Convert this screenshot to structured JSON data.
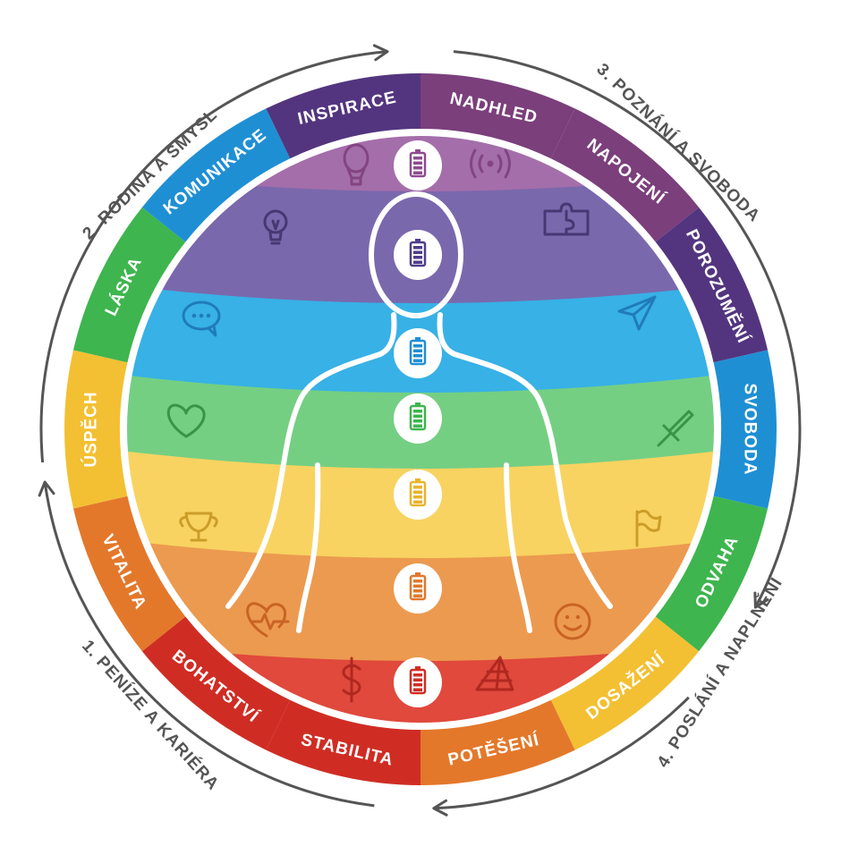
{
  "ring_segments": [
    {
      "label": "NADHLED",
      "color": "#7b3f7c"
    },
    {
      "label": "NAPOJENÍ",
      "color": "#7b3f7c"
    },
    {
      "label": "POROZUMĚNÍ",
      "color": "#53357f"
    },
    {
      "label": "SVOBODA",
      "color": "#1f8fd4"
    },
    {
      "label": "ODVAHA",
      "color": "#3eb54e"
    },
    {
      "label": "DOSAŽENÍ",
      "color": "#f3c033"
    },
    {
      "label": "POTĚŠENÍ",
      "color": "#e3782b"
    },
    {
      "label": "STABILITA",
      "color": "#cf2d24"
    },
    {
      "label": "BOHATSTVÍ",
      "color": "#cf2d24"
    },
    {
      "label": "VITALITA",
      "color": "#e3782b"
    },
    {
      "label": "ÚSPĚCH",
      "color": "#f3c033"
    },
    {
      "label": "LÁSKA",
      "color": "#3eb54e"
    },
    {
      "label": "KOMUNIKACE",
      "color": "#1f8fd4"
    },
    {
      "label": "INSPIRACE",
      "color": "#53357f"
    }
  ],
  "outer_labels": [
    {
      "label": "2. RODINA A SMYSL"
    },
    {
      "label": "3. POZNÁNÍ A SVOBODA"
    },
    {
      "label": "4. POSLÁNÍ A NAPLNĚNÍ"
    },
    {
      "label": "1. PENÍZE A KARIÉRA"
    }
  ],
  "bands": [
    {
      "color": "#a46eaa",
      "level": "crown"
    },
    {
      "color": "#7a68ad",
      "level": "third-eye"
    },
    {
      "color": "#37b1e6",
      "level": "throat"
    },
    {
      "color": "#74cf83",
      "level": "heart"
    },
    {
      "color": "#f8d361",
      "level": "solar-plexus"
    },
    {
      "color": "#ec9a4f",
      "level": "sacral"
    },
    {
      "color": "#e0493c",
      "level": "root"
    }
  ],
  "icons": [
    {
      "name": "balloon-icon",
      "color": "#7d3f7c"
    },
    {
      "name": "signal-icon",
      "color": "#7d3f7c"
    },
    {
      "name": "lightbulb-icon",
      "color": "#3f2f6a"
    },
    {
      "name": "puzzle-icon",
      "color": "#3f2f6a"
    },
    {
      "name": "chat-bubble-icon",
      "color": "#1d72b2"
    },
    {
      "name": "paper-plane-icon",
      "color": "#1d72b2"
    },
    {
      "name": "heart-icon",
      "color": "#2f8a3b"
    },
    {
      "name": "sword-icon",
      "color": "#2f8a3b"
    },
    {
      "name": "trophy-icon",
      "color": "#c59420"
    },
    {
      "name": "flag-icon",
      "color": "#c59420"
    },
    {
      "name": "heartbeat-icon",
      "color": "#c45a1e"
    },
    {
      "name": "smiley-icon",
      "color": "#c45a1e"
    },
    {
      "name": "dollar-icon",
      "color": "#a8231b"
    },
    {
      "name": "pyramid-icon",
      "color": "#a8231b"
    }
  ],
  "chakra_batteries": [
    {
      "level": "crown",
      "color": "#8e4b90"
    },
    {
      "level": "third-eye",
      "color": "#4f3d8b"
    },
    {
      "level": "throat",
      "color": "#1f8fd4"
    },
    {
      "level": "heart",
      "color": "#3eb54e"
    },
    {
      "level": "solar-plexus",
      "color": "#e8b32e"
    },
    {
      "level": "sacral",
      "color": "#e3782b"
    },
    {
      "level": "root",
      "color": "#cf2d24"
    }
  ]
}
